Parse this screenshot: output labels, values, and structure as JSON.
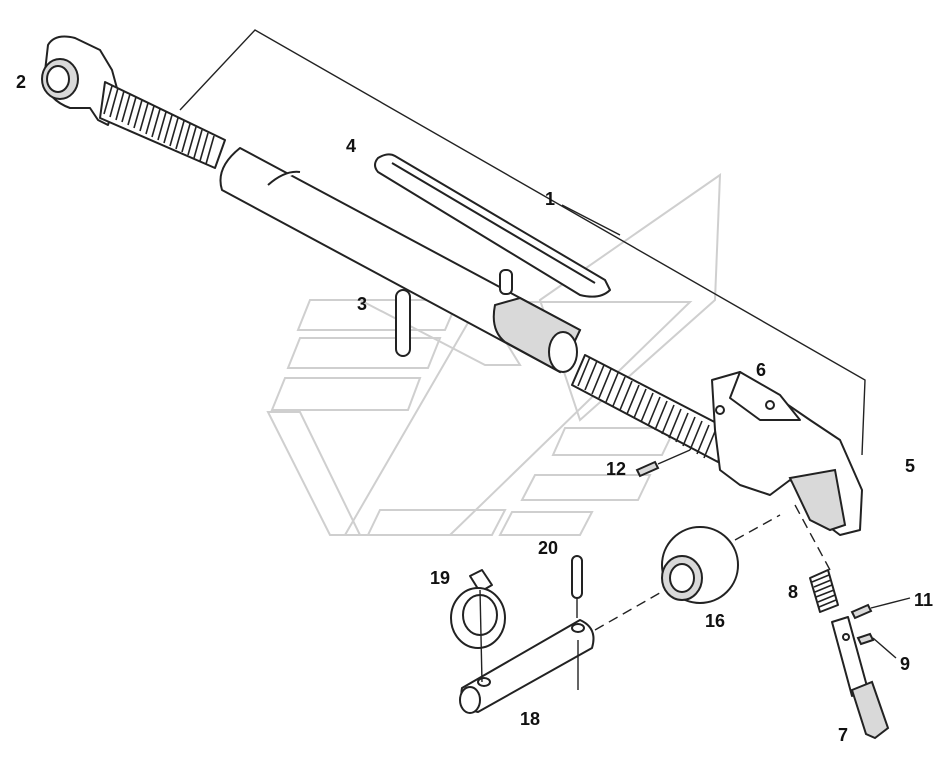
{
  "diagram": {
    "callouts": {
      "c1": "1",
      "c2": "2",
      "c3": "3",
      "c4": "4",
      "c5": "5",
      "c6": "6",
      "c7": "7",
      "c8": "8",
      "c9": "9",
      "c11": "11",
      "c12": "12",
      "c16": "16",
      "c18": "18",
      "c19": "19",
      "c20": "20"
    }
  }
}
